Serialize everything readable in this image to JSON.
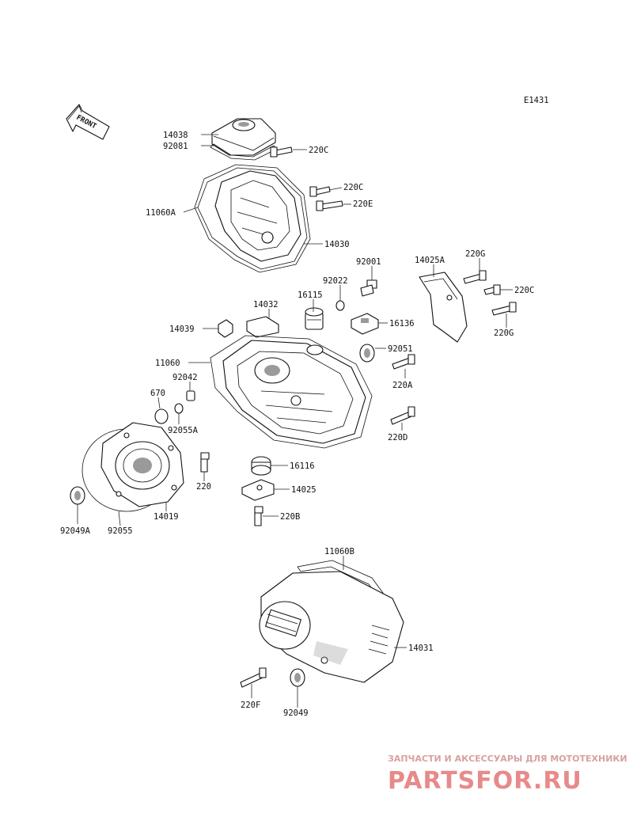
{
  "diagram": {
    "code": "E1431",
    "front_arrow": "FRONT",
    "labels": [
      {
        "id": "p14038",
        "text": "14038"
      },
      {
        "id": "p92081",
        "text": "92081"
      },
      {
        "id": "p220C_a",
        "text": "220C"
      },
      {
        "id": "p220C_b",
        "text": "220C"
      },
      {
        "id": "p220E",
        "text": "220E"
      },
      {
        "id": "p11060A",
        "text": "11060A"
      },
      {
        "id": "p14030",
        "text": "14030"
      },
      {
        "id": "p92001",
        "text": "92001"
      },
      {
        "id": "p14025A",
        "text": "14025A"
      },
      {
        "id": "p220G_a",
        "text": "220G"
      },
      {
        "id": "p220C_c",
        "text": "220C"
      },
      {
        "id": "p220G_b",
        "text": "220G"
      },
      {
        "id": "p92022",
        "text": "92022"
      },
      {
        "id": "p16115",
        "text": "16115"
      },
      {
        "id": "p14032",
        "text": "14032"
      },
      {
        "id": "p16136",
        "text": "16136"
      },
      {
        "id": "p14039",
        "text": "14039"
      },
      {
        "id": "p92051",
        "text": "92051"
      },
      {
        "id": "p11060",
        "text": "11060"
      },
      {
        "id": "p220A",
        "text": "220A"
      },
      {
        "id": "p92042",
        "text": "92042"
      },
      {
        "id": "p670",
        "text": "670"
      },
      {
        "id": "p92055A",
        "text": "92055A"
      },
      {
        "id": "p220D",
        "text": "220D"
      },
      {
        "id": "p16116",
        "text": "16116"
      },
      {
        "id": "p220",
        "text": "220"
      },
      {
        "id": "p14025",
        "text": "14025"
      },
      {
        "id": "p220B",
        "text": "220B"
      },
      {
        "id": "p92049A",
        "text": "92049A"
      },
      {
        "id": "p92055",
        "text": "92055"
      },
      {
        "id": "p14019",
        "text": "14019"
      },
      {
        "id": "p11060B",
        "text": "11060B"
      },
      {
        "id": "p14031",
        "text": "14031"
      },
      {
        "id": "p220F",
        "text": "220F"
      },
      {
        "id": "p92049",
        "text": "92049"
      }
    ]
  },
  "watermark": {
    "tagline": "ЗАПЧАСТИ И АКСЕССУАРЫ ДЛЯ МОТОТЕХНИКИ",
    "logo": "PARTSFOR.RU",
    "color": "#e88a8a"
  }
}
